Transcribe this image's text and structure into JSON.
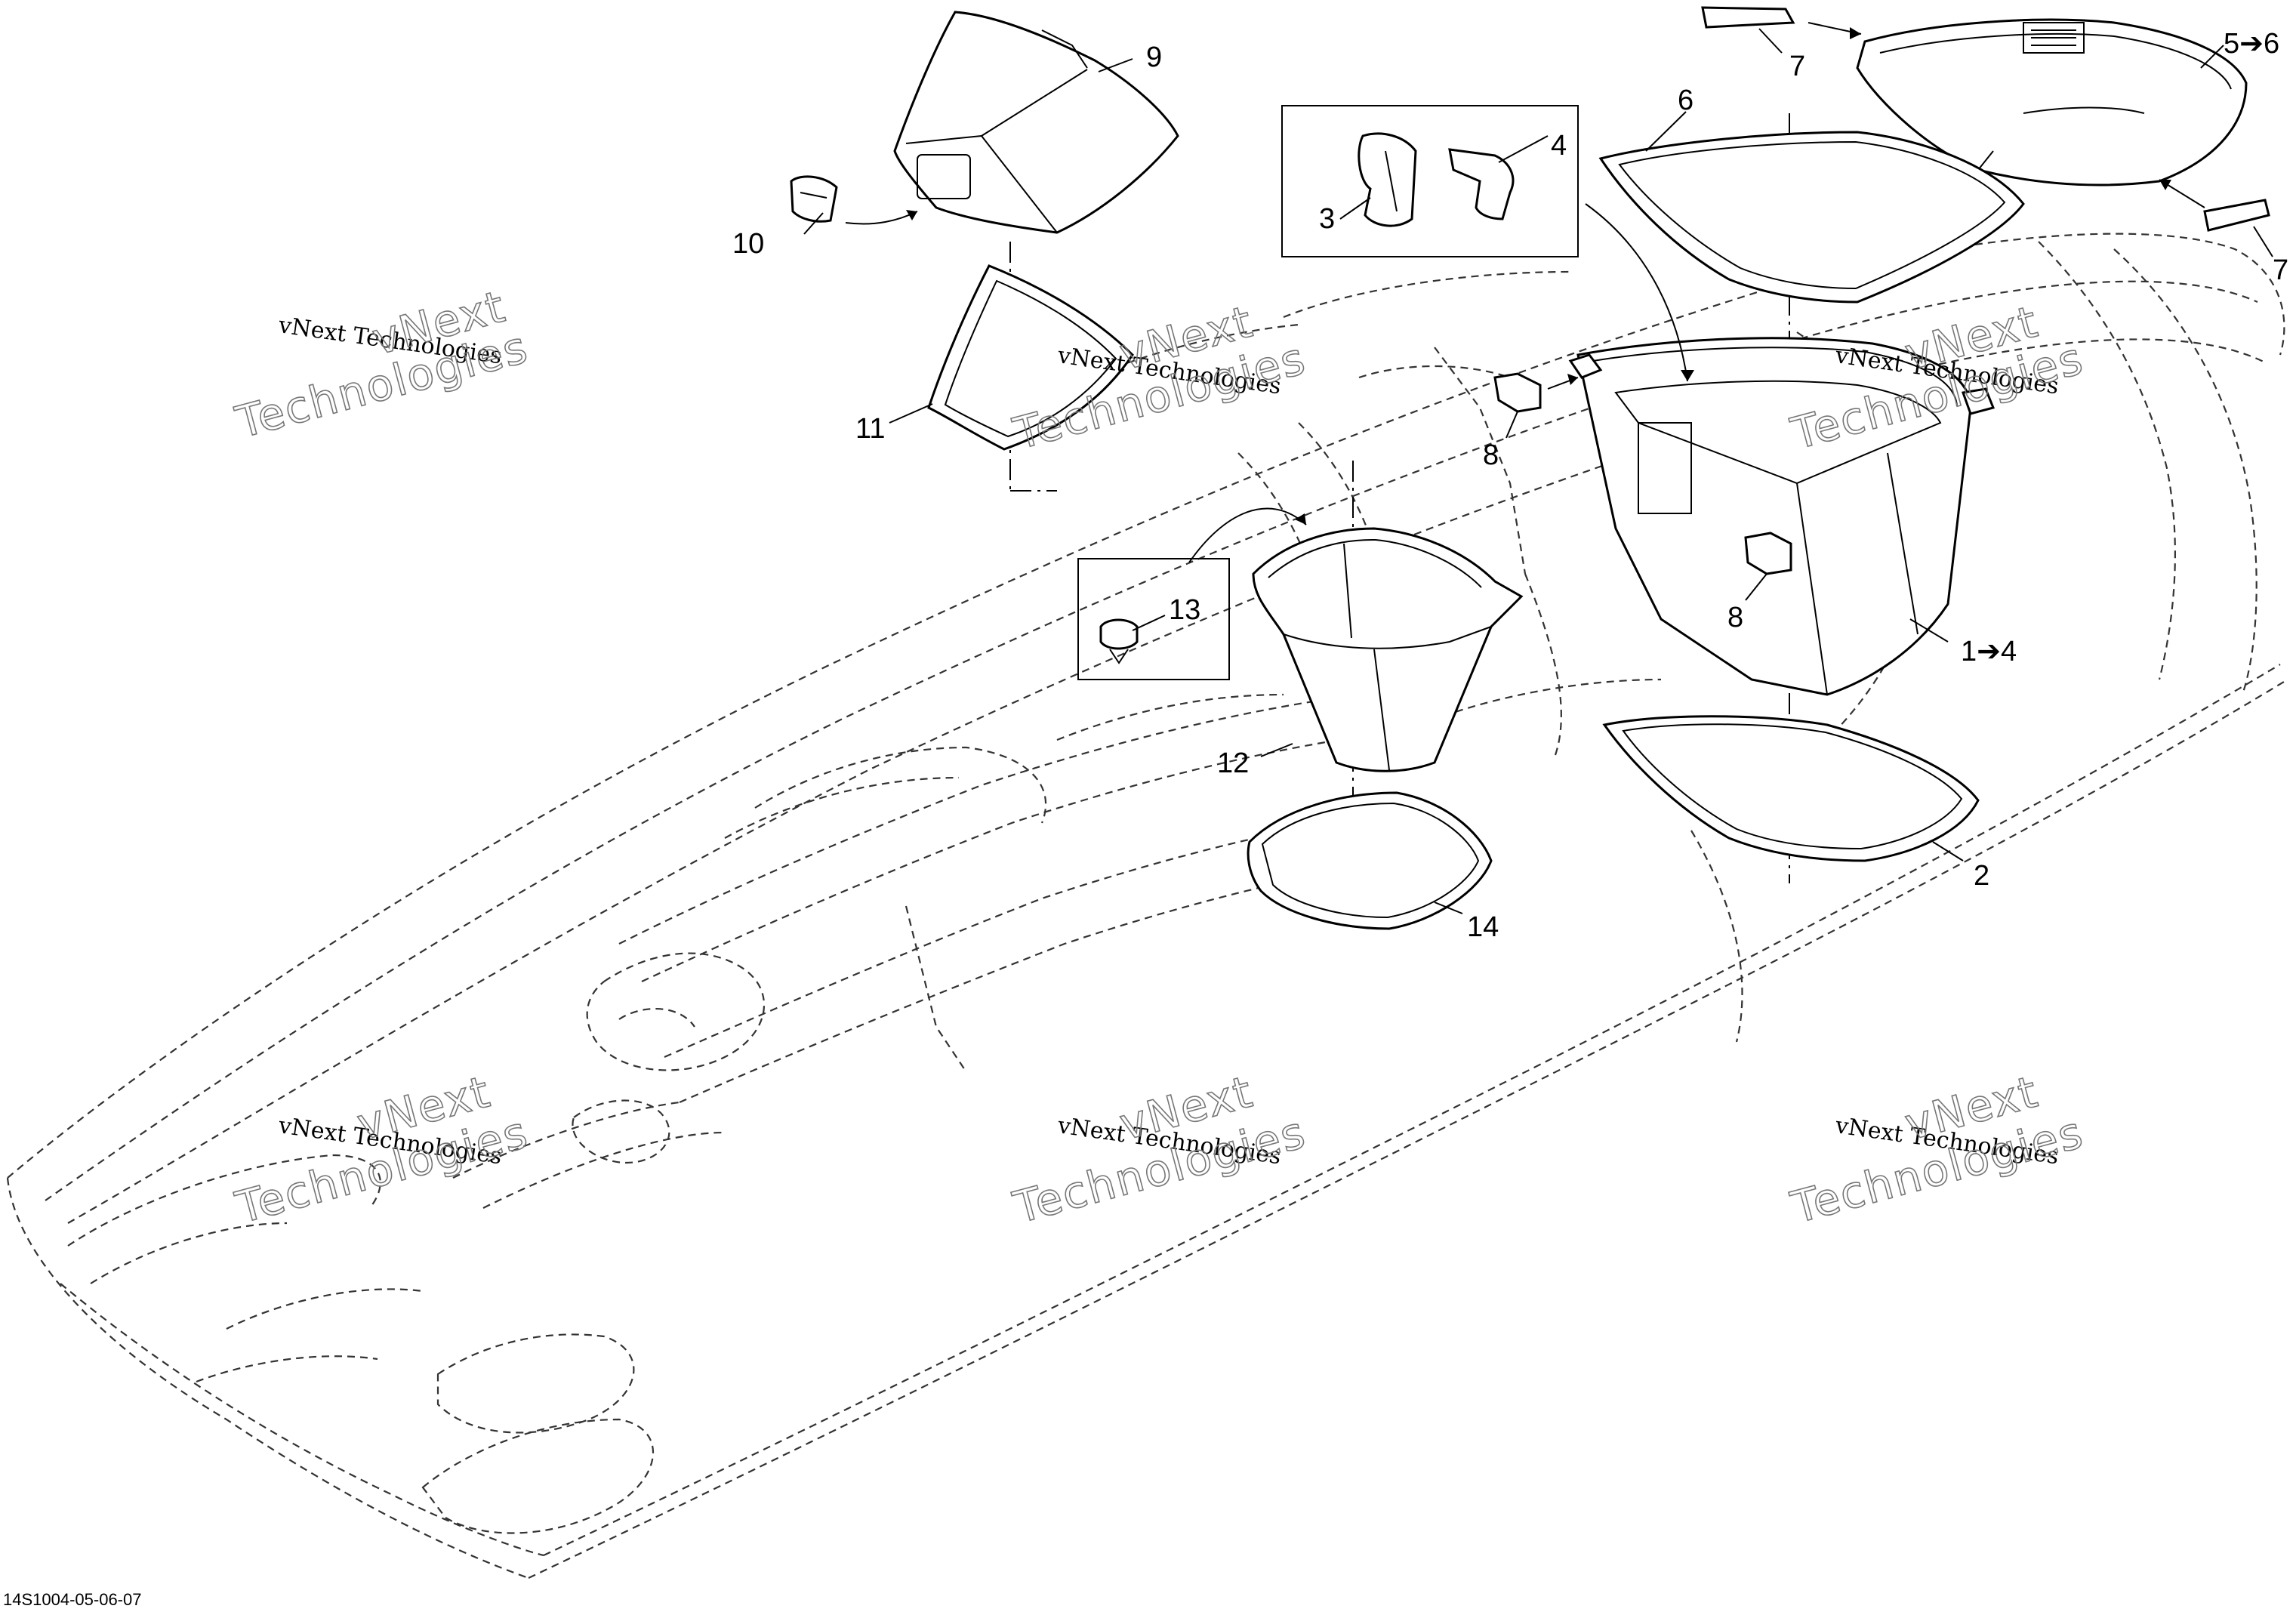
{
  "drawing_code": "14S1004-05-06-07",
  "callouts": [
    {
      "id": "c1",
      "text": "1➔4"
    },
    {
      "id": "c2",
      "text": "2"
    },
    {
      "id": "c3",
      "text": "3"
    },
    {
      "id": "c4",
      "text": "4"
    },
    {
      "id": "c56",
      "text": "5➔6"
    },
    {
      "id": "c6",
      "text": "6"
    },
    {
      "id": "c7a",
      "text": "7"
    },
    {
      "id": "c7b",
      "text": "7"
    },
    {
      "id": "c8a",
      "text": "8"
    },
    {
      "id": "c8b",
      "text": "8"
    },
    {
      "id": "c9",
      "text": "9"
    },
    {
      "id": "c10",
      "text": "10"
    },
    {
      "id": "c11",
      "text": "11"
    },
    {
      "id": "c12",
      "text": "12"
    },
    {
      "id": "c13",
      "text": "13"
    },
    {
      "id": "c14",
      "text": "14"
    }
  ],
  "watermark": {
    "line1": "vNext Technologies",
    "line2": "vNext",
    "line3": "Technologies"
  }
}
